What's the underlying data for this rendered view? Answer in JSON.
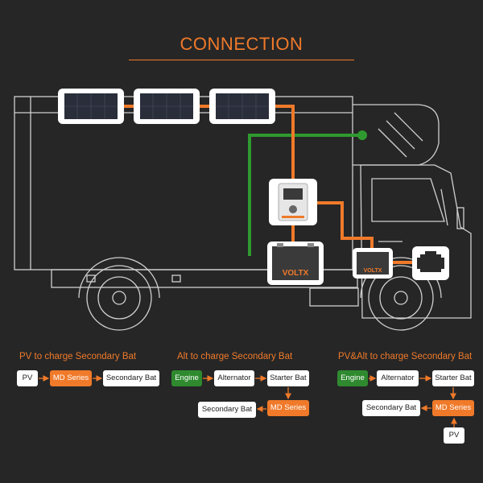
{
  "header": {
    "title": "CONNECTION"
  },
  "colors": {
    "background": "#262626",
    "accent": "#f07a2a",
    "green": "#2f8a2f",
    "truck_outline": "#d0d0d0"
  },
  "icons": {
    "solar_panels": "solar-panel-icon",
    "controller": "dc-dc-charger-icon",
    "battery": "battery-icon",
    "engine": "engine-icon"
  },
  "battery_brand": "VOLTX",
  "panels": [
    {
      "title": "PV to charge Secondary Bat",
      "nodes": [
        "PV",
        "MD Series",
        "Secondary Bat"
      ]
    },
    {
      "title": "Alt to charge Secondary Bat",
      "nodes": [
        "Engine",
        "Alternator",
        "Starter Bat",
        "MD Series",
        "Secondary Bat"
      ]
    },
    {
      "title": "PV&Alt to charge Secondary Bat",
      "nodes": [
        "Engine",
        "Alternator",
        "Starter Bat",
        "MD Series",
        "Secondary Bat",
        "PV"
      ]
    }
  ]
}
